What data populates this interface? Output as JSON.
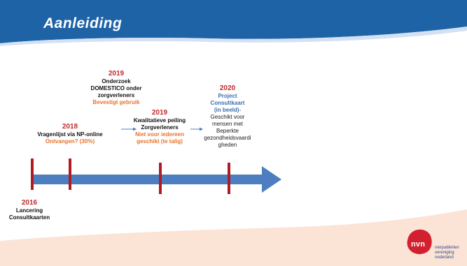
{
  "slide": {
    "title": "Aanleiding"
  },
  "timeline": {
    "events": [
      {
        "year": "2016",
        "lines": [
          "Lancering",
          "Consultkaarten"
        ],
        "accent": ""
      },
      {
        "year": "2018",
        "lines": [
          "Vragenlijst via NP-online"
        ],
        "accent": "Ontvangen? (30%)"
      },
      {
        "year": "2019",
        "lines": [
          "Onderzoek",
          "DOMESTICO onder",
          "zorgverleners"
        ],
        "accent": "Bevestigt gebruik"
      },
      {
        "year": "2019",
        "lines": [
          "Kwalitatieve peiling",
          "Zorgverleners"
        ],
        "accent_lines": [
          "Niet voor iedereen",
          "geschikt (te talig)"
        ]
      },
      {
        "year": "2020",
        "title_lines": [
          "Project",
          "Consultkaart",
          "(in beeld)-"
        ],
        "lines": [
          "Geschikt voor",
          "mensen met",
          "Beperkte",
          "gezondheidsvaardi",
          "gheden"
        ]
      }
    ]
  },
  "logo": {
    "mark": "nvn",
    "lines": [
      "nierpatiënten",
      "vereniging",
      "nederland"
    ]
  },
  "colors": {
    "header_blue": "#1e63a6",
    "arrow_blue": "#4d7fc0",
    "tick_red": "#b01c22",
    "year_red": "#c0282d",
    "accent_orange": "#e8722a",
    "footer_peach": "#fbe3d6",
    "logo_red": "#d3202e"
  }
}
